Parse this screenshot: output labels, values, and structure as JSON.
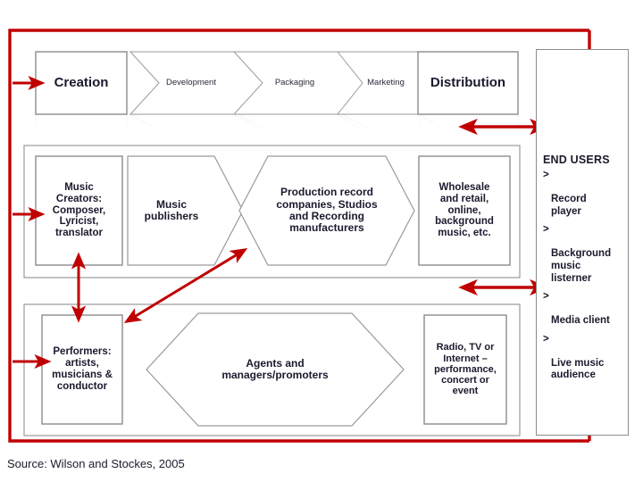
{
  "figure": {
    "source_caption": "Source: Wilson and Stockes, 2005",
    "colors": {
      "red_frame": "#c00000",
      "arrow_red": "#c00000",
      "shape_outline": "#8c8c8c",
      "text": "#1a1a2e",
      "background": "#ffffff"
    }
  },
  "value_chain_row": {
    "nodes": [
      {
        "id": "creation",
        "label": "Creation",
        "shape": "rectangle"
      },
      {
        "id": "development",
        "label": "Development",
        "shape": "hexagon"
      },
      {
        "id": "packaging",
        "label": "Packaging",
        "shape": "hexagon"
      },
      {
        "id": "marketing",
        "label": "Marketing",
        "shape": "hexagon"
      },
      {
        "id": "distribution",
        "label": "Distribution",
        "shape": "rectangle"
      }
    ]
  },
  "recording_row": {
    "nodes": [
      {
        "id": "music-creators",
        "label": "Music\nCreators:\nComposer,\nLyricist,\ntranslator",
        "shape": "rectangle"
      },
      {
        "id": "music-publishers",
        "label": "Music\npublishers",
        "shape": "chevron"
      },
      {
        "id": "production",
        "label": "Production record\ncompanies, Studios\nand Recording\nmanufacturers",
        "shape": "hexagon"
      },
      {
        "id": "wholesale",
        "label": "Wholesale\nand retail,\nonline,\nbackground\nmusic, etc.",
        "shape": "rectangle"
      }
    ]
  },
  "live_row": {
    "nodes": [
      {
        "id": "performers",
        "label": "Performers:\nartists,\nmusicians &\nconductor",
        "shape": "rectangle"
      },
      {
        "id": "agents",
        "label": "Agents and\nmanagers/promoters",
        "shape": "hexagon"
      },
      {
        "id": "broadcast",
        "label": "Radio, TV or\nInternet –\nperformance,\nconcert or\nevent",
        "shape": "rectangle"
      }
    ]
  },
  "end_users": {
    "title": "END USERS",
    "bullet_glyph": ">",
    "items": [
      {
        "id": "record-player",
        "label": "Record\nplayer"
      },
      {
        "id": "background-listener",
        "label": "Background\nmusic\nlisterner"
      },
      {
        "id": "media-client",
        "label": "Media client"
      },
      {
        "id": "live-music-audience",
        "label": "Live music\naudience"
      }
    ]
  },
  "connectors": [
    {
      "id": "feedback-to-creation",
      "type": "arrow-right",
      "from": "red-frame",
      "to": "creation"
    },
    {
      "id": "feedback-to-music-creators",
      "type": "arrow-right",
      "from": "red-frame",
      "to": "music-creators"
    },
    {
      "id": "feedback-to-performers",
      "type": "arrow-right",
      "from": "red-frame",
      "to": "performers"
    },
    {
      "id": "distribution-to-endusers",
      "type": "double-arrow-horizontal",
      "from": "distribution",
      "to": "end-users"
    },
    {
      "id": "wholesale-to-endusers",
      "type": "double-arrow-horizontal",
      "from": "wholesale",
      "to": "end-users"
    },
    {
      "id": "creators-performers-link",
      "type": "double-arrow-vertical",
      "from": "music-creators",
      "to": "performers"
    },
    {
      "id": "performers-production-link",
      "type": "double-arrow-diagonal",
      "from": "performers",
      "to": "production"
    }
  ]
}
